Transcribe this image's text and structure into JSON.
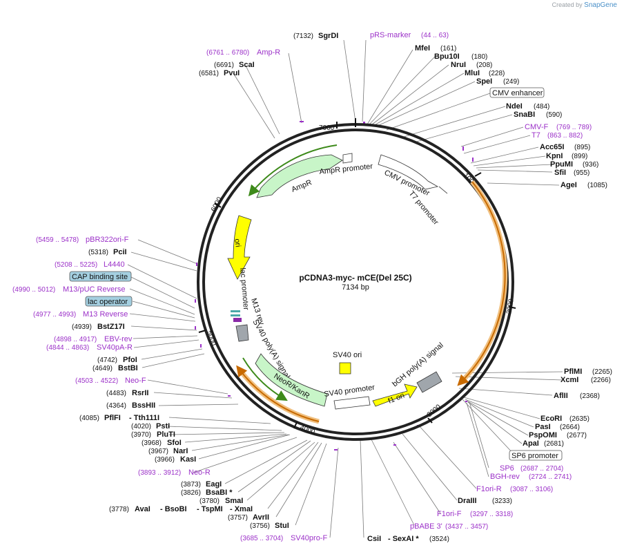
{
  "credit": {
    "prefix": "Created by",
    "brand": "SnapGene"
  },
  "plasmid": {
    "name": "pCDNA3-myc- mCE(Del 25C)",
    "size_label": "7134 bp"
  },
  "ticks": [
    "1000",
    "2000",
    "3000",
    "4000",
    "5000",
    "6000",
    "7000"
  ],
  "features": {
    "ampr": "AmpR",
    "ampr_promoter": "AmpR promoter",
    "cmv_promoter": "CMV promoter",
    "t7_promoter": "T7 promoter",
    "ori": "ori",
    "lac_promoter": "lac promoter",
    "m13_rev": "M13 rev",
    "sv40_polya": "SV40 poly(A) signal",
    "neor": "NeoR/KanR",
    "sv40_promoter": "SV40 promoter",
    "sv40_ori": "SV40 ori",
    "f1_ori": "f1 ori",
    "bgh": "bGH poly(A) signal"
  },
  "right_labels": [
    {
      "id": "sgrdi",
      "num": "(7132)",
      "name": "SgrDI",
      "style": "enz"
    },
    {
      "id": "prs",
      "name": "pRS-marker",
      "range": "(44 .. 63)",
      "style": "primer"
    },
    {
      "id": "mfei",
      "name": "MfeI",
      "num": "(161)",
      "style": "enz"
    },
    {
      "id": "bpu10i",
      "name": "Bpu10I",
      "num": "(180)",
      "style": "enz"
    },
    {
      "id": "nrui",
      "name": "NruI",
      "num": "(208)",
      "style": "enz"
    },
    {
      "id": "mlui",
      "name": "MluI",
      "num": "(228)",
      "style": "enz"
    },
    {
      "id": "spei",
      "name": "SpeI",
      "num": "(249)",
      "style": "enz"
    },
    {
      "id": "cmvenh",
      "name": "CMV enhancer",
      "style": "box"
    },
    {
      "id": "ndei",
      "name": "NdeI",
      "num": "(484)",
      "style": "enz"
    },
    {
      "id": "snabi",
      "name": "SnaBI",
      "num": "(590)",
      "style": "enz"
    },
    {
      "id": "cmvf",
      "name": "CMV-F",
      "range": "(769 .. 789)",
      "style": "primer"
    },
    {
      "id": "t7",
      "name": "T7",
      "range": "(863 .. 882)",
      "style": "primer"
    },
    {
      "id": "acc65i",
      "name": "Acc65I",
      "num": "(895)",
      "style": "enz"
    },
    {
      "id": "kpni",
      "name": "KpnI",
      "num": "(899)",
      "style": "enz"
    },
    {
      "id": "ppumi",
      "name": "PpuMI",
      "num": "(936)",
      "style": "enz"
    },
    {
      "id": "sfii",
      "name": "SfiI",
      "num": "(955)",
      "style": "enz"
    },
    {
      "id": "agei",
      "name": "AgeI",
      "num": "(1085)",
      "style": "enz"
    },
    {
      "id": "pflmi",
      "name": "PflMI",
      "num": "(2265)",
      "style": "enz"
    },
    {
      "id": "xcmi",
      "name": "XcmI",
      "num": "(2266)",
      "style": "enz"
    },
    {
      "id": "aflii",
      "name": "AflII",
      "num": "(2368)",
      "style": "enz"
    },
    {
      "id": "ecori",
      "name": "EcoRI",
      "num": "(2635)",
      "style": "enz"
    },
    {
      "id": "pasi",
      "name": "PasI",
      "num": "(2664)",
      "style": "enz"
    },
    {
      "id": "pspomi",
      "name": "PspOMI",
      "num": "(2677)",
      "style": "enz"
    },
    {
      "id": "apai",
      "name": "ApaI",
      "num": "(2681)",
      "style": "enz"
    },
    {
      "id": "sp6prom",
      "name": "SP6 promoter",
      "style": "box"
    },
    {
      "id": "sp6",
      "name": "SP6",
      "range": "(2687 .. 2704)",
      "style": "primer"
    },
    {
      "id": "bghrev",
      "name": "BGH-rev",
      "range": "(2724 .. 2741)",
      "style": "primer"
    },
    {
      "id": "f1orir",
      "name": "F1ori-R",
      "range": "(3087 .. 3106)",
      "style": "primer"
    },
    {
      "id": "draiii",
      "name": "DraIII",
      "num": "(3233)",
      "style": "enz"
    },
    {
      "id": "f1orif",
      "name": "F1ori-F",
      "range": "(3297 .. 3318)",
      "style": "primer"
    },
    {
      "id": "pbabe",
      "name": "pBABE 3'",
      "range": "(3437 .. 3457)",
      "style": "primer"
    },
    {
      "id": "csii",
      "name": "CsiI",
      "extra": "- SexAI *",
      "num": "(3524)",
      "style": "enz"
    }
  ],
  "left_labels": [
    {
      "id": "ampr_p",
      "range": "(6761 .. 6780)",
      "name": "Amp-R",
      "style": "primer"
    },
    {
      "id": "scai",
      "num": "(6691)",
      "name": "ScaI",
      "style": "enz"
    },
    {
      "id": "pvui",
      "num": "(6581)",
      "name": "PvuI",
      "style": "enz"
    },
    {
      "id": "pbr322",
      "range": "(5459 .. 5478)",
      "name": "pBR322ori-F",
      "style": "primer"
    },
    {
      "id": "pcii",
      "num": "(5318)",
      "name": "PciI",
      "style": "enz"
    },
    {
      "id": "l4440",
      "range": "(5208 .. 5225)",
      "name": "L4440",
      "style": "primer"
    },
    {
      "id": "cap",
      "name": "CAP binding site",
      "style": "box"
    },
    {
      "id": "m13puc",
      "range": "(4990 .. 5012)",
      "name": "M13/pUC Reverse",
      "style": "primer"
    },
    {
      "id": "lacop",
      "name": "lac operator",
      "style": "box"
    },
    {
      "id": "m13rev",
      "range": "(4977 .. 4993)",
      "name": "M13 Reverse",
      "style": "primer"
    },
    {
      "id": "bstz17i",
      "num": "(4939)",
      "name": "BstZ17I",
      "style": "enz"
    },
    {
      "id": "ebvrev",
      "range": "(4898 .. 4917)",
      "name": "EBV-rev",
      "style": "primer"
    },
    {
      "id": "sv40par",
      "range": "(4844 .. 4863)",
      "name": "SV40pA-R",
      "style": "primer"
    },
    {
      "id": "pfoi",
      "num": "(4742)",
      "name": "PfoI",
      "style": "enz"
    },
    {
      "id": "bstbi",
      "num": "(4649)",
      "name": "BstBI",
      "style": "enz"
    },
    {
      "id": "neof",
      "range": "(4503 .. 4522)",
      "name": "Neo-F",
      "style": "primer"
    },
    {
      "id": "rsrii",
      "num": "(4483)",
      "name": "RsrII",
      "style": "enz"
    },
    {
      "id": "bsshii",
      "num": "(4364)",
      "name": "BssHII",
      "style": "enz"
    },
    {
      "id": "pflfi",
      "num": "(4085)",
      "name": "PflFI",
      "extra": "- Tth111I",
      "style": "enz"
    },
    {
      "id": "psti",
      "num": "(4020)",
      "name": "PstI",
      "style": "enz"
    },
    {
      "id": "pluti",
      "num": "(3970)",
      "name": "PluTI",
      "style": "enz"
    },
    {
      "id": "sfoi",
      "num": "(3968)",
      "name": "SfoI",
      "style": "enz"
    },
    {
      "id": "nari",
      "num": "(3967)",
      "name": "NarI",
      "style": "enz"
    },
    {
      "id": "kasi",
      "num": "(3966)",
      "name": "KasI",
      "style": "enz"
    },
    {
      "id": "neor_p",
      "range": "(3893 .. 3912)",
      "name": "Neo-R",
      "style": "primer"
    },
    {
      "id": "eagi",
      "num": "(3873)",
      "name": "EagI",
      "style": "enz"
    },
    {
      "id": "bsabi",
      "num": "(3826)",
      "name": "BsaBI *",
      "style": "enz"
    },
    {
      "id": "smai",
      "num": "(3780)",
      "name": "SmaI",
      "style": "enz"
    },
    {
      "id": "xmai",
      "num": "(3757)",
      "name": "AvrII",
      "style": "enz"
    },
    {
      "id": "stui",
      "num": "(3756)",
      "name": "StuI",
      "style": "enz"
    },
    {
      "id": "sv40prof",
      "range": "(3685 .. 3704)",
      "name": "SV40pro-F",
      "style": "primer"
    }
  ],
  "bottom_row": {
    "num": "(3778)",
    "a": "AvaI",
    "b": "- BsoBI",
    "c": "- TspMI",
    "d": "- XmaI"
  }
}
